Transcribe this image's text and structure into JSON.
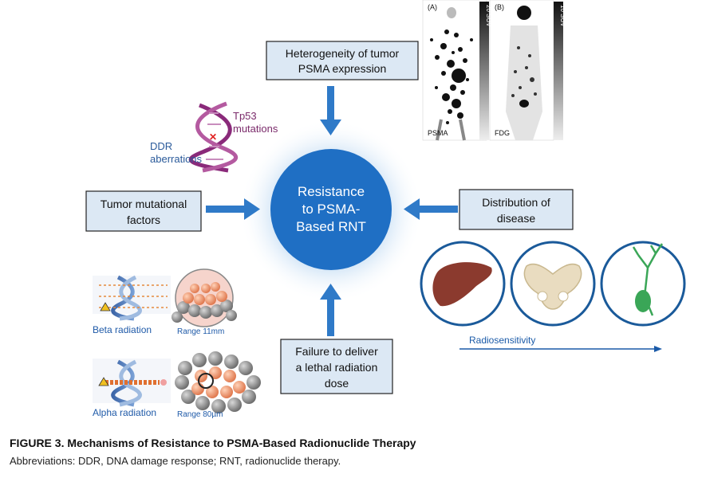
{
  "center": {
    "line1": "Resistance",
    "line2": "to PSMA-",
    "line3": "Based RNT"
  },
  "boxes": {
    "heterogeneity": {
      "line1": "Heterogeneity of tumor",
      "line2": "PSMA expression"
    },
    "mutational": {
      "line1": "Tumor mutational",
      "line2": "factors"
    },
    "distribution": {
      "line1": "Distribution of",
      "line2": "disease"
    },
    "failure": {
      "line1": "Failure to deliver",
      "line2": "a lethal radiation",
      "line3": "dose"
    }
  },
  "dna_labels": {
    "tp53_line1": "Tp53",
    "tp53_line2": "mutations",
    "ddr_line1": "DDR",
    "ddr_line2": "aberrations"
  },
  "pet": {
    "panel_a": "(A)",
    "panel_b": "(B)",
    "scale_a": "20 SUV",
    "scale_b": "10 SUV",
    "label_a": "PSMA",
    "label_b": "FDG"
  },
  "radiation": {
    "beta_label": "Beta radiation",
    "beta_range": "Range 11mm",
    "alpha_label": "Alpha radiation",
    "alpha_range": "Range 80µm"
  },
  "radiosensitivity": {
    "label": "Radiosensitivity"
  },
  "caption": {
    "title": "FIGURE 3. Mechanisms of Resistance to PSMA-Based Radionuclide Therapy",
    "abbreviations": "Abbreviations: DDR, DNA damage response; RNT, radionuclide therapy."
  },
  "colors": {
    "center_fill": "#1f6fc4",
    "arrow": "#2f7ac8",
    "box_fill": "#dce8f4",
    "organ_ring": "#1a5a9a",
    "liver": "#8b3a2e",
    "bone": "#e9dcc0",
    "neuron": "#3aa657",
    "dna_purple": "#8a2a7a"
  }
}
